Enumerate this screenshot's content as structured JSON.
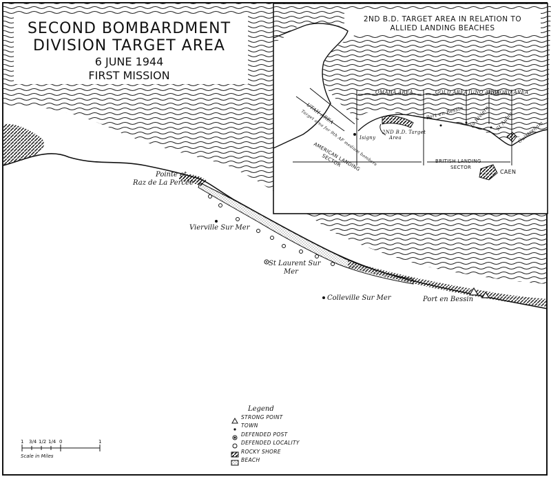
{
  "title": {
    "line1": "SECOND BOMBARDMENT",
    "line2": "DIVISION TARGET AREA",
    "date": "6 JUNE 1944",
    "mission": "FIRST MISSION"
  },
  "places": {
    "pointe": "Pointe et",
    "pointe2": "Raz de La Percée",
    "vierville": "Vierville Sur Mer",
    "stlaurent1": "St Laurent Sur",
    "stlaurent2": "Mer",
    "colleville": "Colleville Sur Mer",
    "port": "Port en Bessin"
  },
  "inset": {
    "title1": "2ND B.D. TARGET AREA IN RELATION TO",
    "title2": "ALLIED LANDING BEACHES",
    "areas": {
      "omaha": "OMAHA AREA",
      "gold": "GOLD AREA",
      "juno": "JUNO AREA",
      "sword": "SWORD AREA",
      "utah": "UTAH AREA"
    },
    "target_note": "Target area for 9th AF medium bombers",
    "target_label1": "2ND B.D. Target",
    "target_label2": "Area",
    "towns": {
      "isigny": "Isigny",
      "port": "Port en Bessin",
      "riviere": "la Riviere",
      "aubin": "St Aubin",
      "ouistreham": "Ouistreham",
      "caen": "CAEN"
    },
    "american1": "AMERICAN LANDING",
    "american2": "SECTOR",
    "british1": "BRITISH LANDING",
    "british2": "SECTOR"
  },
  "legend": {
    "title": "Legend",
    "items": [
      "STRONG POINT",
      "TOWN",
      "DEFENDED POST",
      "DEFENDED LOCALITY",
      "ROCKY SHORE",
      "BEACH"
    ]
  },
  "scale": {
    "ticks": [
      "1",
      "3/4",
      "1/2",
      "1/4",
      "0",
      "1"
    ],
    "caption": "Scale in Miles"
  }
}
